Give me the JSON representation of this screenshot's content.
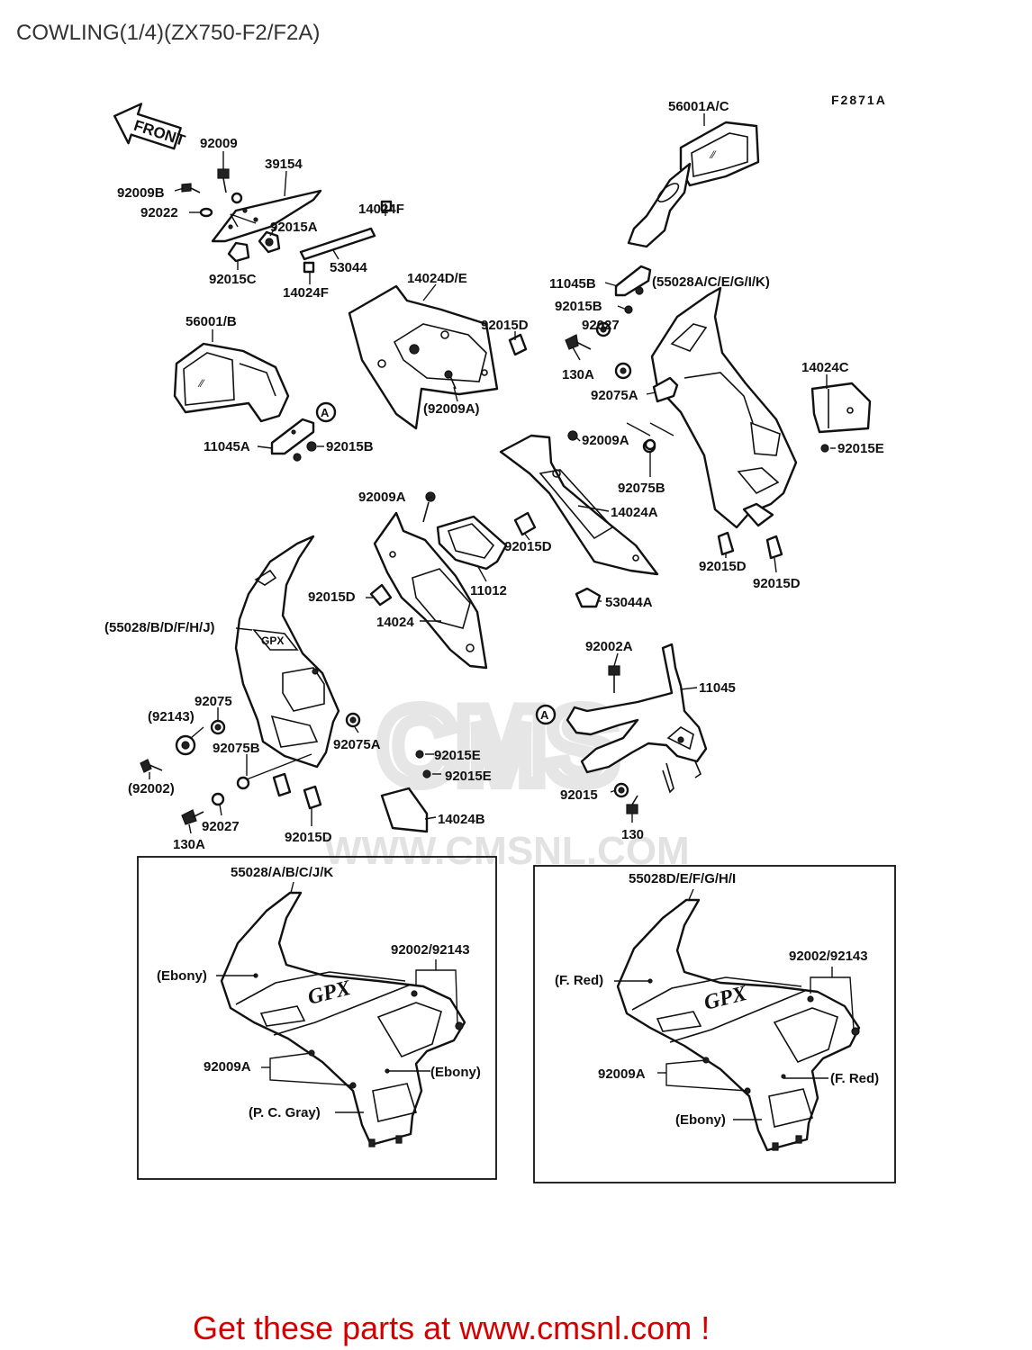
{
  "page": {
    "title": "COWLING(1/4)(ZX750-F2/F2A)",
    "drawing_code": "F2871A",
    "footer_cta": "Get these parts at www.cmsnl.com !",
    "watermark": "WWW.CMSNL.COM",
    "watermark_logo": "CMS",
    "accent_color": "#d40000"
  },
  "arrow": {
    "label": "FRONT"
  },
  "callouts": {
    "c1": "92009",
    "c2": "39154",
    "c3": "92009B",
    "c4": "92022",
    "c5": "92015A",
    "c6": "14024F",
    "c7": "53044",
    "c8": "92015C",
    "c9": "14024F",
    "c10": "56001A/C",
    "c11": "11045B",
    "c12": "(55028A/C/E/G/I/K)",
    "c13": "92015B",
    "c14": "92027",
    "c15": "130A",
    "c16": "92075A",
    "c17": "14024D/E",
    "c18": "92015D",
    "c19": "(92009A)",
    "c20": "56001/B",
    "c21": "11045A",
    "c22": "92015B",
    "c23": "14024C",
    "c24": "92015E",
    "c25": "92009A",
    "c26": "92075B",
    "c27": "14024A",
    "c28": "92009A",
    "c29": "92015D",
    "c30": "92015D",
    "c31": "92015D",
    "c32": "11012",
    "c33": "92015D",
    "c34": "53044A",
    "c35": "(55028/B/D/F/H/J)",
    "c36": "14024",
    "c37": "92002A",
    "c38": "11045",
    "c39": "92075",
    "c40": "(92143)",
    "c41": "92075B",
    "c42": "92075A",
    "c43": "92015E",
    "c44": "92015E",
    "c45": "(92002)",
    "c46": "92027",
    "c47": "130A",
    "c48": "92015D",
    "c49": "14024B",
    "c50": "92015",
    "c51": "130",
    "c52": "A",
    "c53": "A"
  },
  "insets": {
    "left": {
      "part": "55028/A/B/C/J/K",
      "fastener": "92002/92143",
      "screw": "92009A",
      "color_upper": "(Ebony)",
      "color_side": "(Ebony)",
      "color_lower": "(P. C. Gray)",
      "badge": "GPX"
    },
    "right": {
      "part": "55028D/E/F/G/H/I",
      "fastener": "92002/92143",
      "screw": "92009A",
      "color_upper": "(F. Red)",
      "color_side": "(F. Red)",
      "color_lower": "(Ebony)",
      "badge": "GPX"
    }
  }
}
